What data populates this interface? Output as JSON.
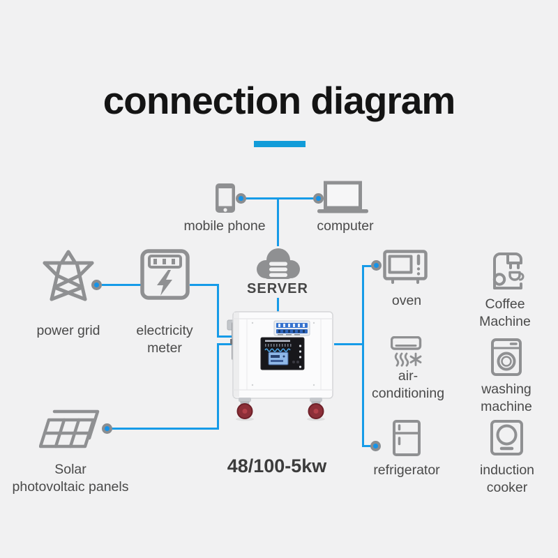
{
  "title": "connection diagram",
  "colors": {
    "background": "#f1f1f2",
    "accent_line_blue": "#169be8",
    "title_underline_blue": "#129cd9",
    "icon_gray": "#8f9092",
    "label_gray": "#4a4a4a",
    "title_black": "#141414",
    "wheel_red": "#8c2f38",
    "lcd_blue": "#8fb8e8"
  },
  "server": {
    "label": "SERVER",
    "icon": "cloud-server-icon"
  },
  "device": {
    "model": "48/100-5kw",
    "description": "battery energy storage cabinet with casters"
  },
  "nodes": {
    "mobile_phone": {
      "label": "mobile phone",
      "icon": "smartphone-icon"
    },
    "computer": {
      "label": "computer",
      "icon": "laptop-icon"
    },
    "power_grid": {
      "label": "power grid",
      "icon": "transmission-tower-icon"
    },
    "electricity_meter": {
      "label": "electricity\nmeter",
      "icon": "electric-meter-icon"
    },
    "solar_panels": {
      "label": "Solar\nphotovoltaic panels",
      "icon": "solar-panel-icon"
    },
    "oven": {
      "label": "oven",
      "icon": "microwave-oven-icon"
    },
    "coffee_machine": {
      "label": "Coffee\nMachine",
      "icon": "coffee-machine-icon"
    },
    "air_conditioning": {
      "label": "air-\nconditioning",
      "icon": "air-conditioner-icon"
    },
    "washing_machine": {
      "label": "washing\nmachine",
      "icon": "washing-machine-icon"
    },
    "refrigerator": {
      "label": "refrigerator",
      "icon": "refrigerator-icon"
    },
    "induction_cooker": {
      "label": "induction\ncooker",
      "icon": "induction-cooker-icon"
    }
  }
}
